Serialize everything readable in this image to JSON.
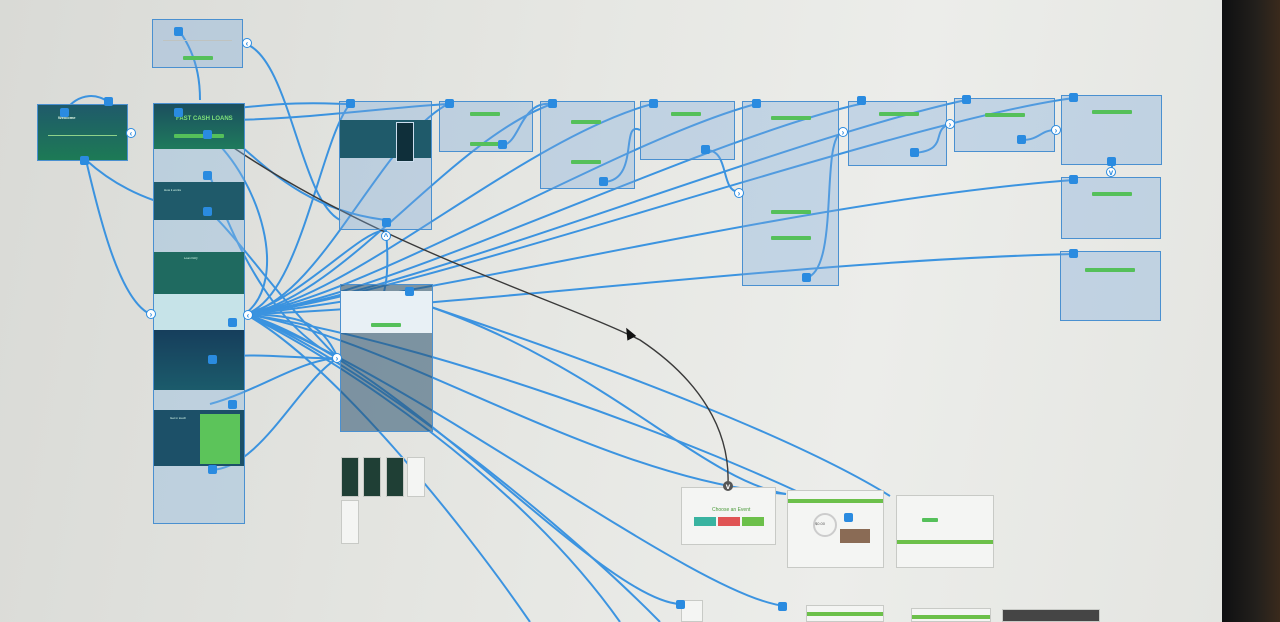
{
  "colors": {
    "link": "#2a8be0",
    "accent": "#55c05a",
    "dark": "#1f5f6f"
  },
  "home": {
    "hero_title": "FAST CASH LOANS",
    "hero_sub": "Apply online in minutes"
  },
  "sections": {
    "about": "How it works",
    "faq": "Loan FAQ",
    "contact": "Get in touch"
  },
  "choose": {
    "title": "Choose an Event",
    "buttons": [
      "",
      "",
      ""
    ]
  },
  "estimate": {
    "amount": "$0.00"
  },
  "icons": [
    "chevron-right-icon",
    "chevron-left-icon",
    "chevron-up-icon",
    "chevron-down-icon",
    "handle-icon",
    "cursor-icon"
  ]
}
